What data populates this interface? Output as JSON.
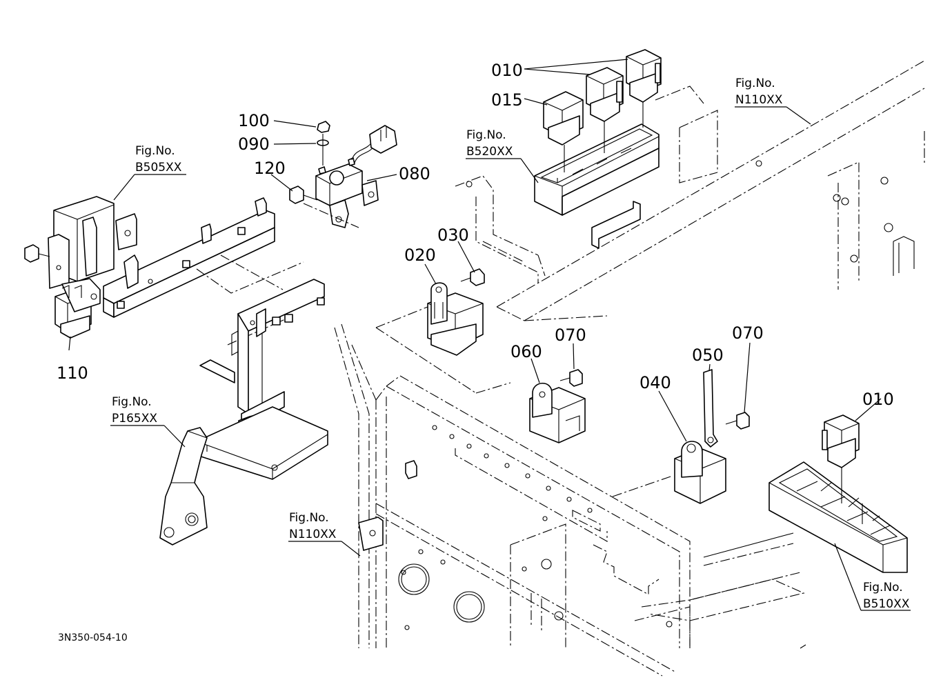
{
  "labels": {
    "p010a": "010",
    "p015": "015",
    "p100": "100",
    "p090": "090",
    "p120": "120",
    "p080": "080",
    "p030": "030",
    "p020": "020",
    "p110": "110",
    "p060": "060",
    "p070a": "070",
    "p050": "050",
    "p070b": "070",
    "p040": "040",
    "p010b": "010"
  },
  "refs": {
    "b505": {
      "line1": "Fig.No.",
      "line2": "B505XX"
    },
    "b520": {
      "line1": "Fig.No.",
      "line2": "B520XX"
    },
    "n110a": {
      "line1": "Fig.No.",
      "line2": "N110XX"
    },
    "p165": {
      "line1": "Fig.No.",
      "line2": "P165XX"
    },
    "n110b": {
      "line1": "Fig.No.",
      "line2": "N110XX"
    },
    "b510": {
      "line1": "Fig.No.",
      "line2": "B510XX"
    }
  },
  "drawing_code": "3N350-054-10"
}
